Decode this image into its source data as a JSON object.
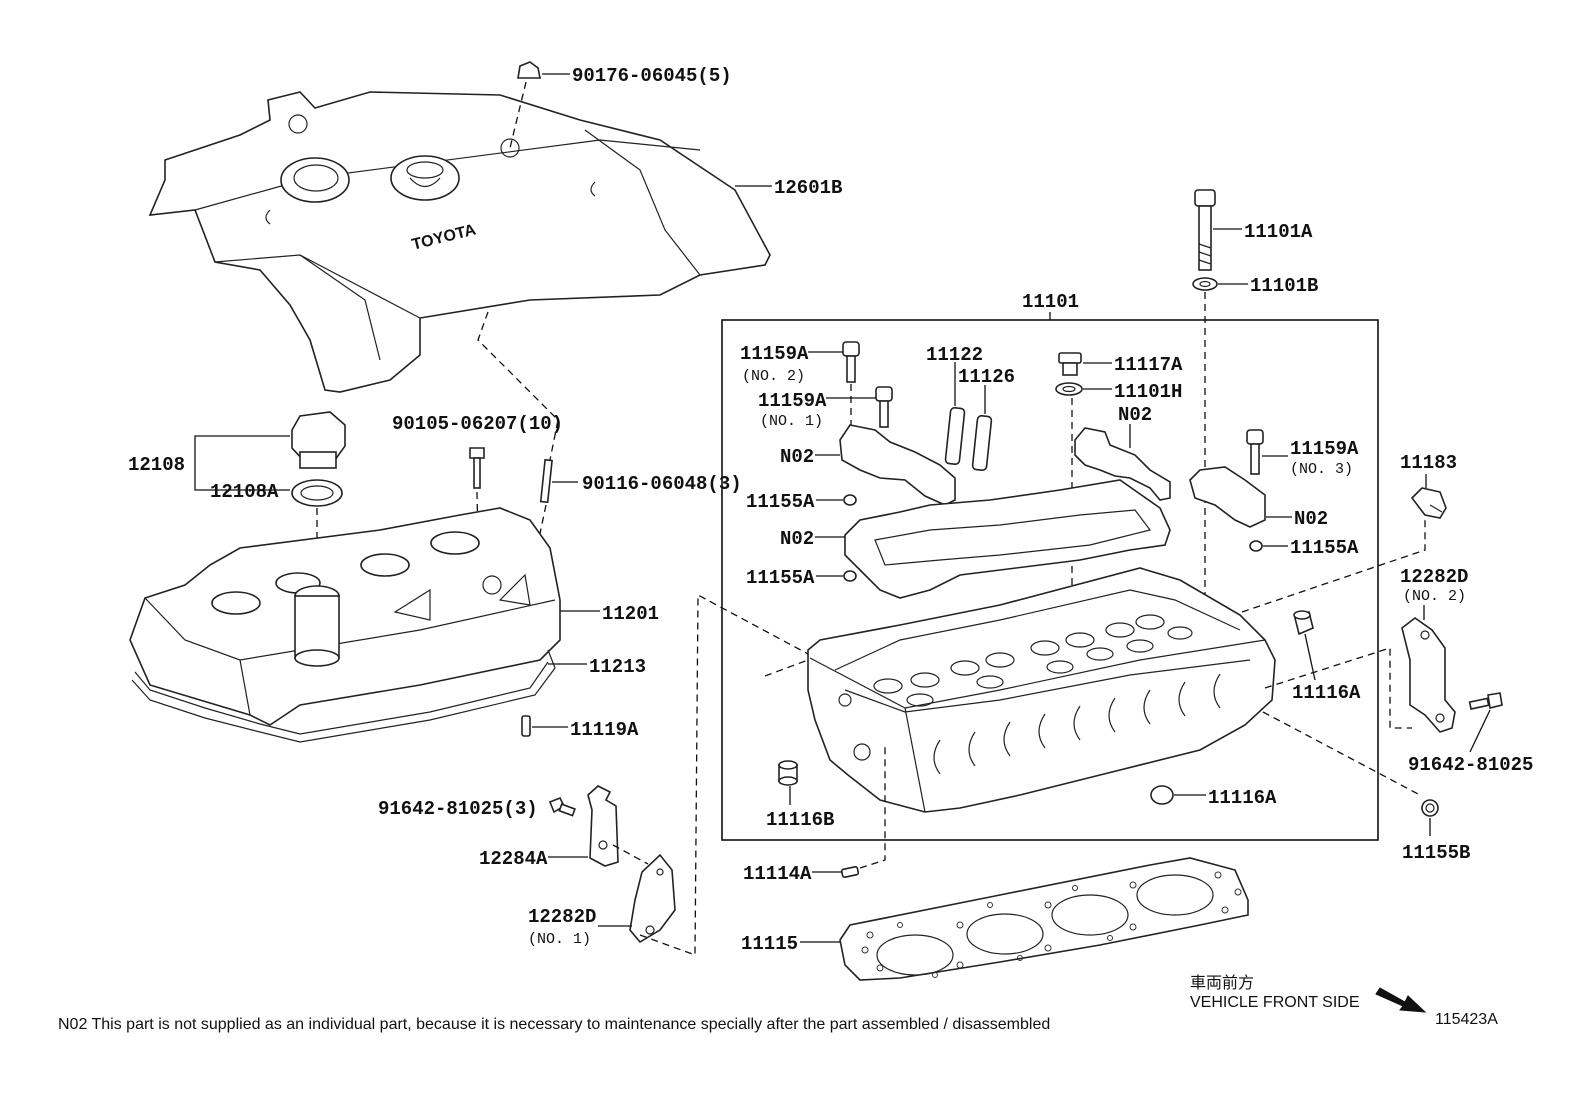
{
  "labels": {
    "cap_nut": "90176-06045(5)",
    "engine_cover": "12601B",
    "oil_filler_cap": "12108",
    "cap_gasket": "12108A",
    "cover_bolt": "90105-06207(10)",
    "cover_stud": "90116-06048(3)",
    "head_cover": "11201",
    "head_cover_gasket": "11213",
    "pin_11119a": "11119A",
    "hanger_bolt_left": "91642-81025(3)",
    "hanger_12284a": "12284A",
    "hanger_12282d_no1": "12282D",
    "hanger_12282d_no1_sub": "(NO. 1)",
    "head_assembly": "11101",
    "head_bolt": "11101A",
    "head_bolt_washer": "11101B",
    "bolt_11159a_no2": "11159A",
    "bolt_11159a_no2_sub": "(NO. 2)",
    "bolt_11159a_no1": "11159A",
    "bolt_11159a_no1_sub": "(NO. 1)",
    "guide_11122": "11122",
    "guide_11126": "11126",
    "plug_11117a": "11117A",
    "gasket_11101h": "11101H",
    "n02_top_right": "N02",
    "n02_left_cap": "N02",
    "n02_frame": "N02",
    "n02_right_cap": "N02",
    "bolt_11159a_no3": "11159A",
    "bolt_11159a_no3_sub": "(NO. 3)",
    "nut_11155a_1": "11155A",
    "nut_11155a_2": "11155A",
    "nut_11155a_3": "11155A",
    "plug_11116a_right": "11116A",
    "plug_11116a_bottom": "11116A",
    "plug_11116b": "11116B",
    "dowel_11114a": "11114A",
    "head_gasket": "11115",
    "bracket_11183": "11183",
    "hanger_12282d_no2": "12282D",
    "hanger_12282d_no2_sub": "(NO. 2)",
    "hanger_bolt_right": "91642-81025",
    "plug_11155b": "11155B",
    "front_jp": "車両前方",
    "front_en": "VEHICLE FRONT SIDE",
    "figure_id": "115423A",
    "logo_text": "TOYOTA"
  },
  "footnote": "N02  This part is not supplied as an individual part, because it is necessary to maintenance specially after the part assembled / disassembled"
}
